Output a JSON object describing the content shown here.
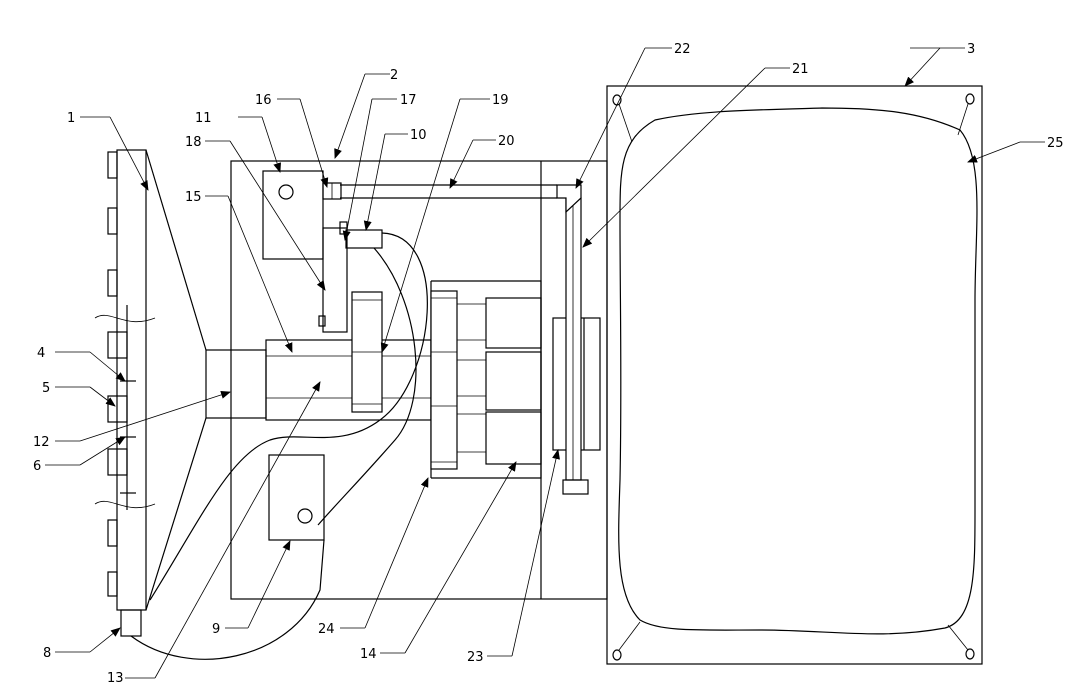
{
  "labels": {
    "n1": "1",
    "n2": "2",
    "n3": "3",
    "n4": "4",
    "n5": "5",
    "n6": "6",
    "n8": "8",
    "n9": "9",
    "n10": "10",
    "n11": "11",
    "n12": "12",
    "n13": "13",
    "n14": "14",
    "n15": "15",
    "n16": "16",
    "n17": "17",
    "n18": "18",
    "n19": "19",
    "n20": "20",
    "n21": "21",
    "n22": "22",
    "n23": "23",
    "n24": "24",
    "n25": "25"
  }
}
